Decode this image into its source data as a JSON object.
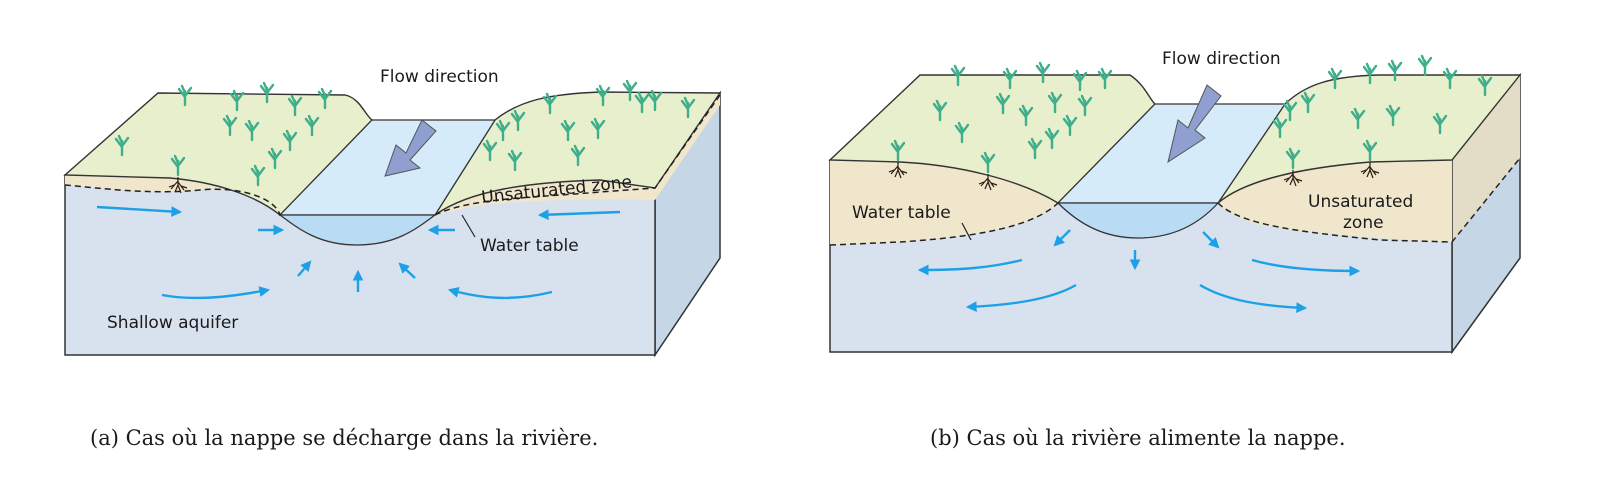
{
  "panel_a": {
    "flow_label": "Flow direction",
    "unsaturated_label": "Unsaturated zone",
    "water_table_label": "Water table",
    "aquifer_label": "Shallow aquifer",
    "caption": "(a) Cas où la nappe se décharge dans la rivière."
  },
  "panel_b": {
    "flow_label": "Flow direction",
    "water_table_label": "Water table",
    "unsaturated_label_line1": "Unsaturated",
    "unsaturated_label_line2": "zone",
    "caption": "(b) Cas où la rivière alimente la nappe."
  },
  "colors": {
    "ground_top": "#e7efcc",
    "unsaturated": "#efe6cc",
    "aquifer": "#d8e2ef",
    "aquifer_side": "#c5d6e6",
    "river_surface": "#d6ebfa",
    "river_section": "#b9dcf4",
    "flow_arrow": "#8f9fcf",
    "water_arrow": "#1ea0e6",
    "grass": "#3fae8a"
  },
  "icons": [
    "grass-icon",
    "root-icon",
    "flow-direction-arrow-icon",
    "water-flow-arrow-icon"
  ]
}
